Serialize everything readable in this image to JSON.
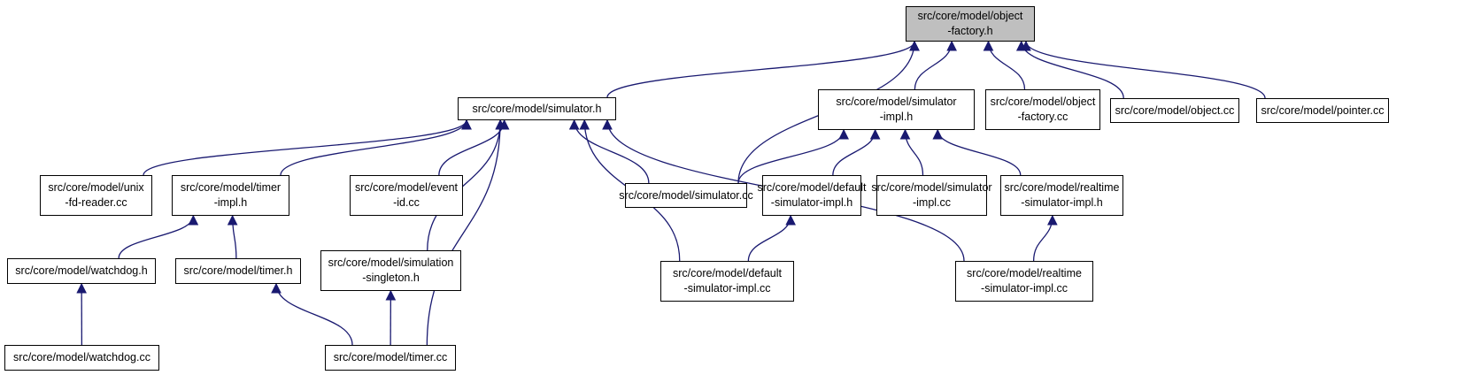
{
  "diagram": {
    "type": "include-dependency-graph",
    "edge_color": "#191970",
    "root_fill": "#bfbfbf",
    "nodes": {
      "object_factory_h": {
        "line1": "src/core/model/object",
        "line2": "-factory.h"
      },
      "simulator_h": {
        "line1": "src/core/model/simulator.h",
        "line2": ""
      },
      "simulator_impl_h": {
        "line1": "src/core/model/simulator",
        "line2": "-impl.h"
      },
      "object_factory_cc": {
        "line1": "src/core/model/object",
        "line2": "-factory.cc"
      },
      "object_cc": {
        "line1": "src/core/model/object.cc",
        "line2": ""
      },
      "pointer_cc": {
        "line1": "src/core/model/pointer.cc",
        "line2": ""
      },
      "unix_fd_reader_cc": {
        "line1": "src/core/model/unix",
        "line2": "-fd-reader.cc"
      },
      "timer_impl_h": {
        "line1": "src/core/model/timer",
        "line2": "-impl.h"
      },
      "event_id_cc": {
        "line1": "src/core/model/event",
        "line2": "-id.cc"
      },
      "simulator_cc": {
        "line1": "src/core/model/simulator.cc",
        "line2": ""
      },
      "default_simulator_impl_h": {
        "line1": "src/core/model/default",
        "line2": "-simulator-impl.h"
      },
      "simulator_impl_cc": {
        "line1": "src/core/model/simulator",
        "line2": "-impl.cc"
      },
      "realtime_simulator_impl_h": {
        "line1": "src/core/model/realtime",
        "line2": "-simulator-impl.h"
      },
      "watchdog_h": {
        "line1": "src/core/model/watchdog.h",
        "line2": ""
      },
      "timer_h": {
        "line1": "src/core/model/timer.h",
        "line2": ""
      },
      "simulation_singleton_h": {
        "line1": "src/core/model/simulation",
        "line2": "-singleton.h"
      },
      "default_simulator_impl_cc": {
        "line1": "src/core/model/default",
        "line2": "-simulator-impl.cc"
      },
      "realtime_simulator_impl_cc": {
        "line1": "src/core/model/realtime",
        "line2": "-simulator-impl.cc"
      },
      "watchdog_cc": {
        "line1": "src/core/model/watchdog.cc",
        "line2": ""
      },
      "timer_cc": {
        "line1": "src/core/model/timer.cc",
        "line2": ""
      }
    },
    "edges": [
      {
        "from": "simulator_h",
        "to": "object_factory_h"
      },
      {
        "from": "simulator_cc",
        "to": "object_factory_h"
      },
      {
        "from": "simulator_impl_h",
        "to": "object_factory_h"
      },
      {
        "from": "object_factory_cc",
        "to": "object_factory_h"
      },
      {
        "from": "object_cc",
        "to": "object_factory_h"
      },
      {
        "from": "pointer_cc",
        "to": "object_factory_h"
      },
      {
        "from": "unix_fd_reader_cc",
        "to": "simulator_h"
      },
      {
        "from": "timer_impl_h",
        "to": "simulator_h"
      },
      {
        "from": "simulation_singleton_h",
        "to": "simulator_h"
      },
      {
        "from": "event_id_cc",
        "to": "simulator_h"
      },
      {
        "from": "timer_cc",
        "to": "simulator_h"
      },
      {
        "from": "default_simulator_impl_cc",
        "to": "simulator_h"
      },
      {
        "from": "realtime_simulator_impl_cc",
        "to": "simulator_h"
      },
      {
        "from": "simulator_cc",
        "to": "simulator_h"
      },
      {
        "from": "simulator_cc",
        "to": "simulator_impl_h"
      },
      {
        "from": "default_simulator_impl_h",
        "to": "simulator_impl_h"
      },
      {
        "from": "simulator_impl_cc",
        "to": "simulator_impl_h"
      },
      {
        "from": "realtime_simulator_impl_h",
        "to": "simulator_impl_h"
      },
      {
        "from": "watchdog_h",
        "to": "timer_impl_h"
      },
      {
        "from": "timer_h",
        "to": "timer_impl_h"
      },
      {
        "from": "default_simulator_impl_cc",
        "to": "default_simulator_impl_h"
      },
      {
        "from": "realtime_simulator_impl_cc",
        "to": "realtime_simulator_impl_h"
      },
      {
        "from": "watchdog_cc",
        "to": "watchdog_h"
      },
      {
        "from": "timer_cc",
        "to": "timer_h"
      },
      {
        "from": "timer_cc",
        "to": "simulation_singleton_h"
      }
    ]
  }
}
